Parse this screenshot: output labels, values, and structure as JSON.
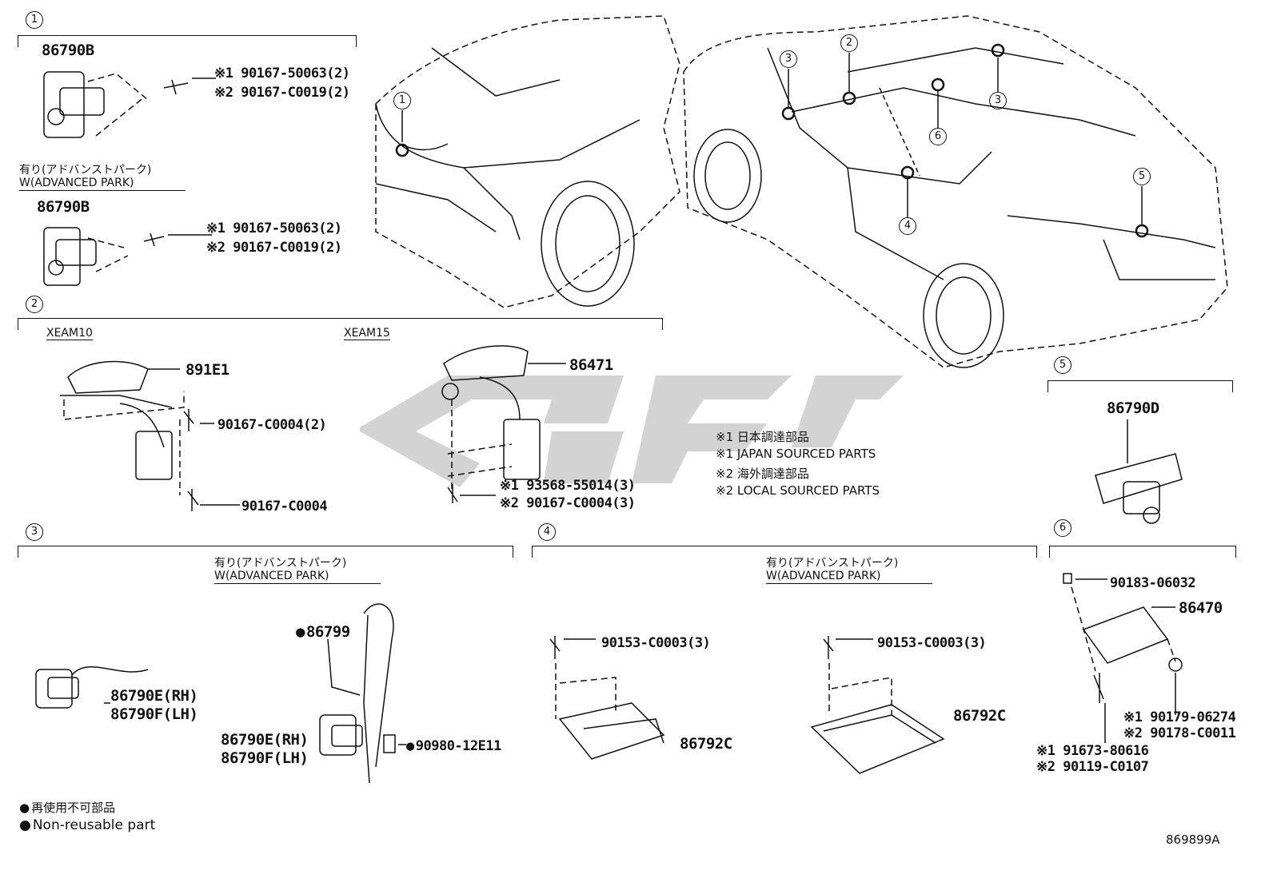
{
  "sections": {
    "s1": {
      "num": "1"
    },
    "s2": {
      "num": "2",
      "sub_a": "XEAM10",
      "sub_b": "XEAM15"
    },
    "s3": {
      "num": "3"
    },
    "s4": {
      "num": "4"
    },
    "s5": {
      "num": "5"
    },
    "s6": {
      "num": "6"
    }
  },
  "cond_jp": "有り(アドバンストパーク)",
  "cond_en": "W(ADVANCED PARK)",
  "car_callouts": [
    "1",
    "2",
    "3",
    "3",
    "6",
    "4",
    "5"
  ],
  "parts": {
    "p86790B_1": "86790B",
    "p1_bolt_a": "※1 90167-50063(2)",
    "p1_bolt_b": "※2 90167-C0019(2)",
    "p86790B_2": "86790B",
    "p2_bolt_a": "※1 90167-50063(2)",
    "p2_bolt_b": "※2 90167-C0019(2)",
    "p891E1": "891E1",
    "p90167_C0004_2": "90167-C0004(2)",
    "p90167_C0004": "90167-C0004",
    "p86471": "86471",
    "p93568": "※1 93568-55014(3)",
    "p90167_C0004_3": "※2 90167-C0004(3)",
    "p86799": "86799",
    "p86790E_RH_a": "86790E(RH)",
    "p86790F_LH_a": "86790F(LH)",
    "p86790E_RH_b": "86790E(RH)",
    "p86790F_LH_b": "86790F(LH)",
    "p90980": "90980-12E11",
    "p90153_a": "90153-C0003(3)",
    "p86792C_a": "86792C",
    "p90153_b": "90153-C0003(3)",
    "p86792C_b": "86792C",
    "p86790D": "86790D",
    "p90183": "90183-06032",
    "p86470": "86470",
    "p90179": "※1 90179-06274",
    "p90178": "※2 90178-C0011",
    "p91673": "※1 91673-80616",
    "p90119": "※2 90119-C0107"
  },
  "notes": {
    "n1": "※1 日本調達部品",
    "n2": "※1 JAPAN SOURCED PARTS",
    "n3": "※2 海外調達部品",
    "n4": "※2 LOCAL SOURCED PARTS"
  },
  "legend": {
    "jp": "再使用不可部品",
    "en": "Non-reusable part"
  },
  "diagram_id": "869899A"
}
